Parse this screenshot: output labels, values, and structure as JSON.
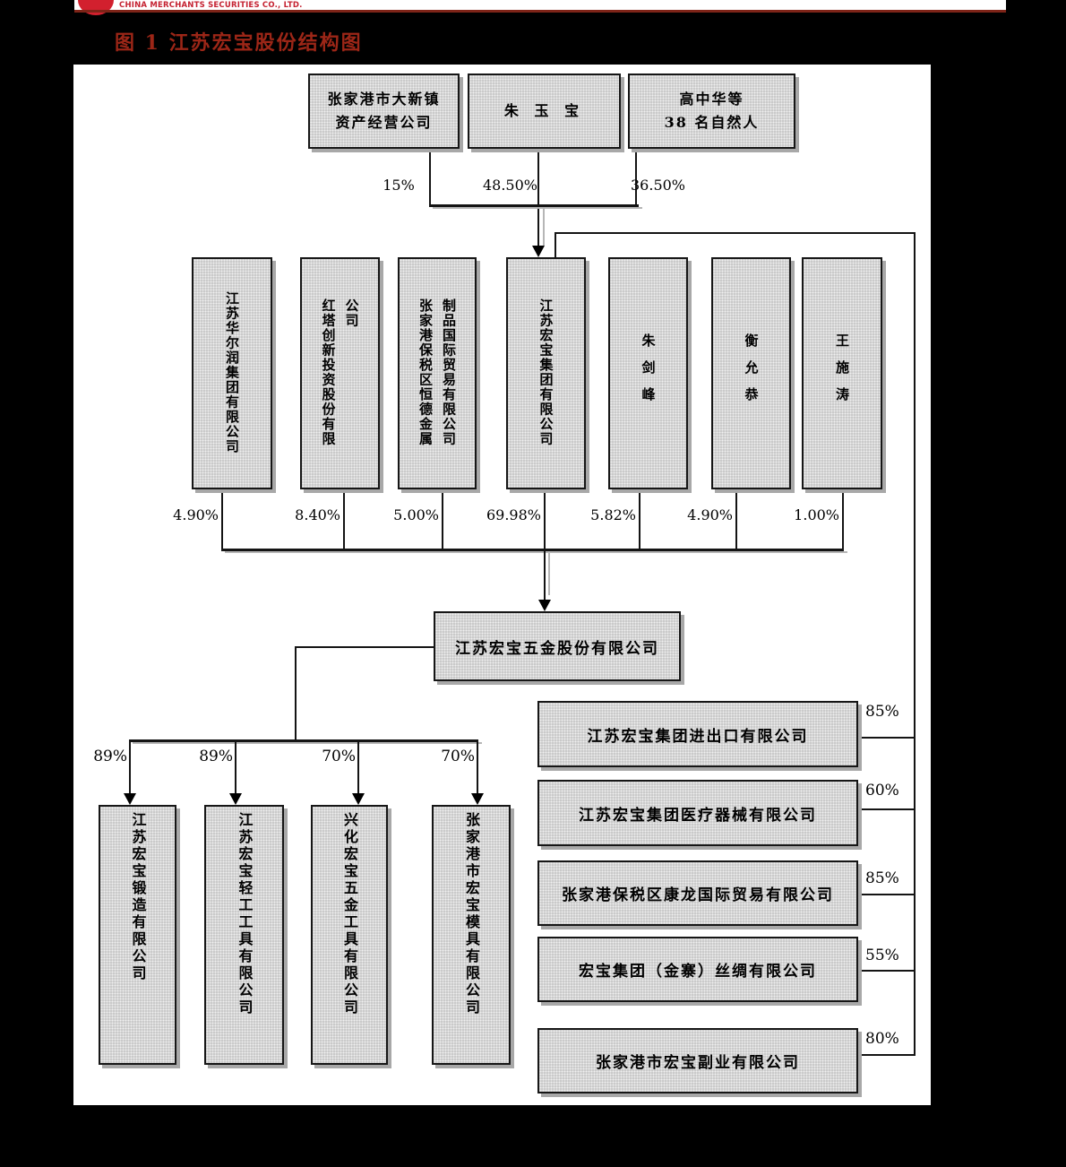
{
  "header": {
    "brand": "CHINA MERCHANTS SECURITIES CO., LTD.",
    "figure_title": "图 1 江苏宏宝股份结构图"
  },
  "colors": {
    "page_background": "#000000",
    "panel_background": "#ffffff",
    "brand_red": "#d2202e",
    "rule_red": "#7e2418",
    "title_red": "#9c2617",
    "box_fill": "#cacaca",
    "box_border": "#161616",
    "connector_black": "#141414"
  },
  "diagram": {
    "tier1": [
      {
        "line1": "张家港市大新镇",
        "line2": "资产经营公司",
        "pct": "15%"
      },
      {
        "line1": "朱 玉 宝",
        "pct": "48.50%"
      },
      {
        "line1": "高中华等",
        "line2": "38 名自然人",
        "pct": "36.50%"
      }
    ],
    "tier2": [
      {
        "name": "江苏华尔润集团有限公司",
        "pct": "4.90%"
      },
      {
        "name": "红塔创新投资股份有限公司",
        "pct": "8.40%"
      },
      {
        "name": "张家港保税区恒德金属制品国际贸易有限公司",
        "pct": "5.00%"
      },
      {
        "name": "江苏宏宝集团有限公司",
        "pct": "69.98%"
      },
      {
        "name": "朱剑峰",
        "pct": "5.82%"
      },
      {
        "name": "衡允恭",
        "pct": "4.90%"
      },
      {
        "name": "王施涛",
        "pct": "1.00%"
      }
    ],
    "listed_company": "江苏宏宝五金股份有限公司",
    "left_subsidiaries": [
      {
        "name": "江苏宏宝锻造有限公司",
        "pct": "89%"
      },
      {
        "name": "江苏宏宝轻工工具有限公司",
        "pct": "89%"
      },
      {
        "name": "兴化宏宝五金工具有限公司",
        "pct": "70%"
      },
      {
        "name": "张家港市宏宝模具有限公司",
        "pct": "70%"
      }
    ],
    "right_subsidiaries": [
      {
        "name": "江苏宏宝集团进出口有限公司",
        "pct": "85%"
      },
      {
        "name": "江苏宏宝集团医疗器械有限公司",
        "pct": "60%"
      },
      {
        "name": "张家港保税区康龙国际贸易有限公司",
        "pct": "85%"
      },
      {
        "name": "宏宝集团（金寨）丝绸有限公司",
        "pct": "55%"
      },
      {
        "name": "张家港市宏宝副业有限公司",
        "pct": "80%"
      }
    ]
  }
}
